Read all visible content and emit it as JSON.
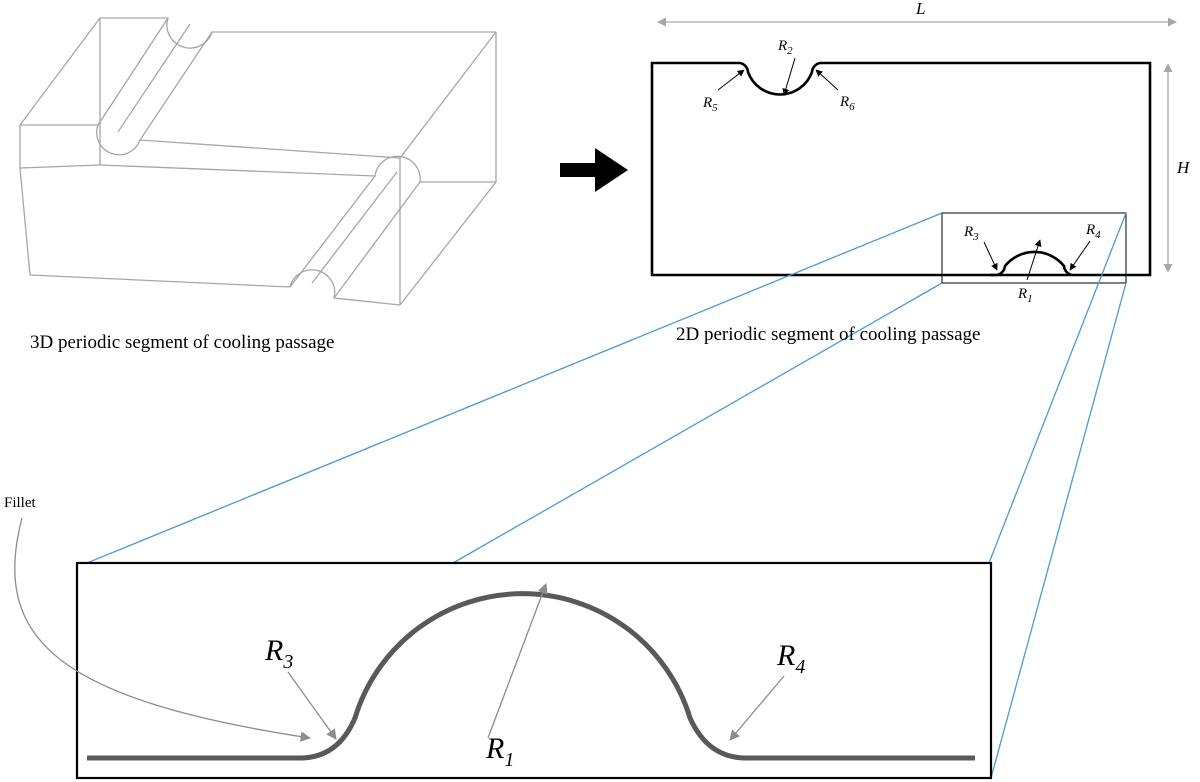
{
  "captions": {
    "left": "3D periodic segment of cooling passage",
    "right": "2D periodic segment of cooling passage"
  },
  "dimensions": {
    "length": "L",
    "height": "H"
  },
  "radii": {
    "r1": {
      "base": "R",
      "sub": "1"
    },
    "r2": {
      "base": "R",
      "sub": "2"
    },
    "r3": {
      "base": "R",
      "sub": "3"
    },
    "r4": {
      "base": "R",
      "sub": "4"
    },
    "r5": {
      "base": "R",
      "sub": "5"
    },
    "r6": {
      "base": "R",
      "sub": "6"
    }
  },
  "callouts": {
    "fillet": "Fillet"
  },
  "colors": {
    "wireframe": "#a6a6a6",
    "outline": "#000000",
    "zoom_lines": "#4a9bd4",
    "rib_profile": "#595959",
    "pointer": "#7f7f7f",
    "dimension_arrow": "#a6a6a6"
  },
  "icons": {
    "transform_arrow": "right-arrow-icon"
  }
}
